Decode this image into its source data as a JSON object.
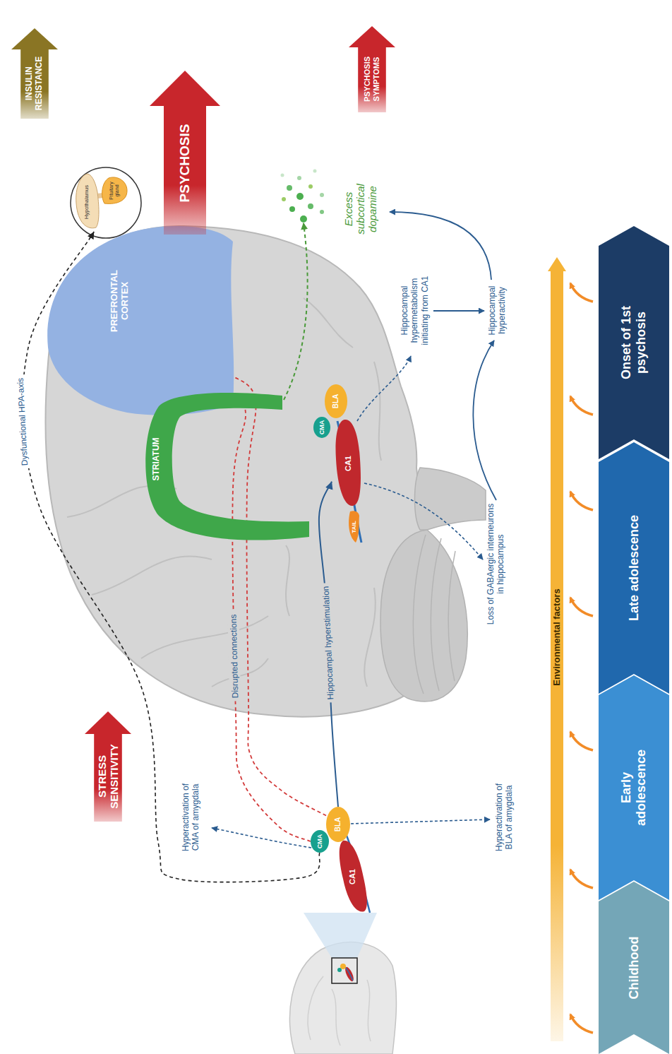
{
  "diagram": {
    "nodes": [
      {
        "text": [
          "STRESS SENSITIVITY"
        ]
      },
      {
        "text": [
          "CMA"
        ]
      },
      {
        "text": [
          "BLA"
        ]
      },
      {
        "text": [
          "CA1"
        ]
      },
      {
        "text": [
          "PREFRONTAL CORTEX"
        ]
      },
      {
        "text": [
          "STRIATUM"
        ]
      },
      {
        "text": [
          "CMA"
        ]
      },
      {
        "text": [
          "BLA"
        ]
      },
      {
        "text": [
          "CA1"
        ]
      },
      {
        "text": [
          "TAIL"
        ]
      },
      {
        "text": [
          "Hypothalamus"
        ]
      },
      {
        "text": [
          "Pituitary gland"
        ]
      },
      {
        "text": [
          "PSYCHOSIS"
        ]
      },
      {
        "text": [
          "INSULIN RESISTANCE"
        ]
      },
      {
        "text": [
          "PSYCHOSIS SYMPTOMS"
        ]
      },
      {
        "text": [
          "Environmental factors"
        ]
      },
      {
        "text": [
          "Childhood"
        ]
      },
      {
        "text": [
          "Early adolescence"
        ]
      },
      {
        "text": [
          "Late adolescence"
        ]
      },
      {
        "text": [
          "Onset of 1st psychosis"
        ]
      }
    ],
    "edges": [
      {
        "from": 2,
        "to": 8,
        "arrow": "to",
        "label": "Hippocampal hyperstimulation"
      },
      {
        "from": 1,
        "to": 10,
        "arrow": "to",
        "label": "Dysfunctional HPA-axis"
      },
      {
        "from": 1,
        "to": 4,
        "arrow": "none",
        "label": "Disrupted connections"
      },
      {
        "from": 2,
        "to": 4,
        "arrow": "none"
      }
    ],
    "labels": [
      "Hyperactivation of CMA of amygdala",
      "Hyperactivation of BLA of amygdala",
      "Loss of GABAergic interneurons in hippocampus",
      "Hippocampal hypermetabolism initiating from CA1",
      "Hippocampal hyperactivity",
      "Excess subcortical dopamine"
    ]
  }
}
